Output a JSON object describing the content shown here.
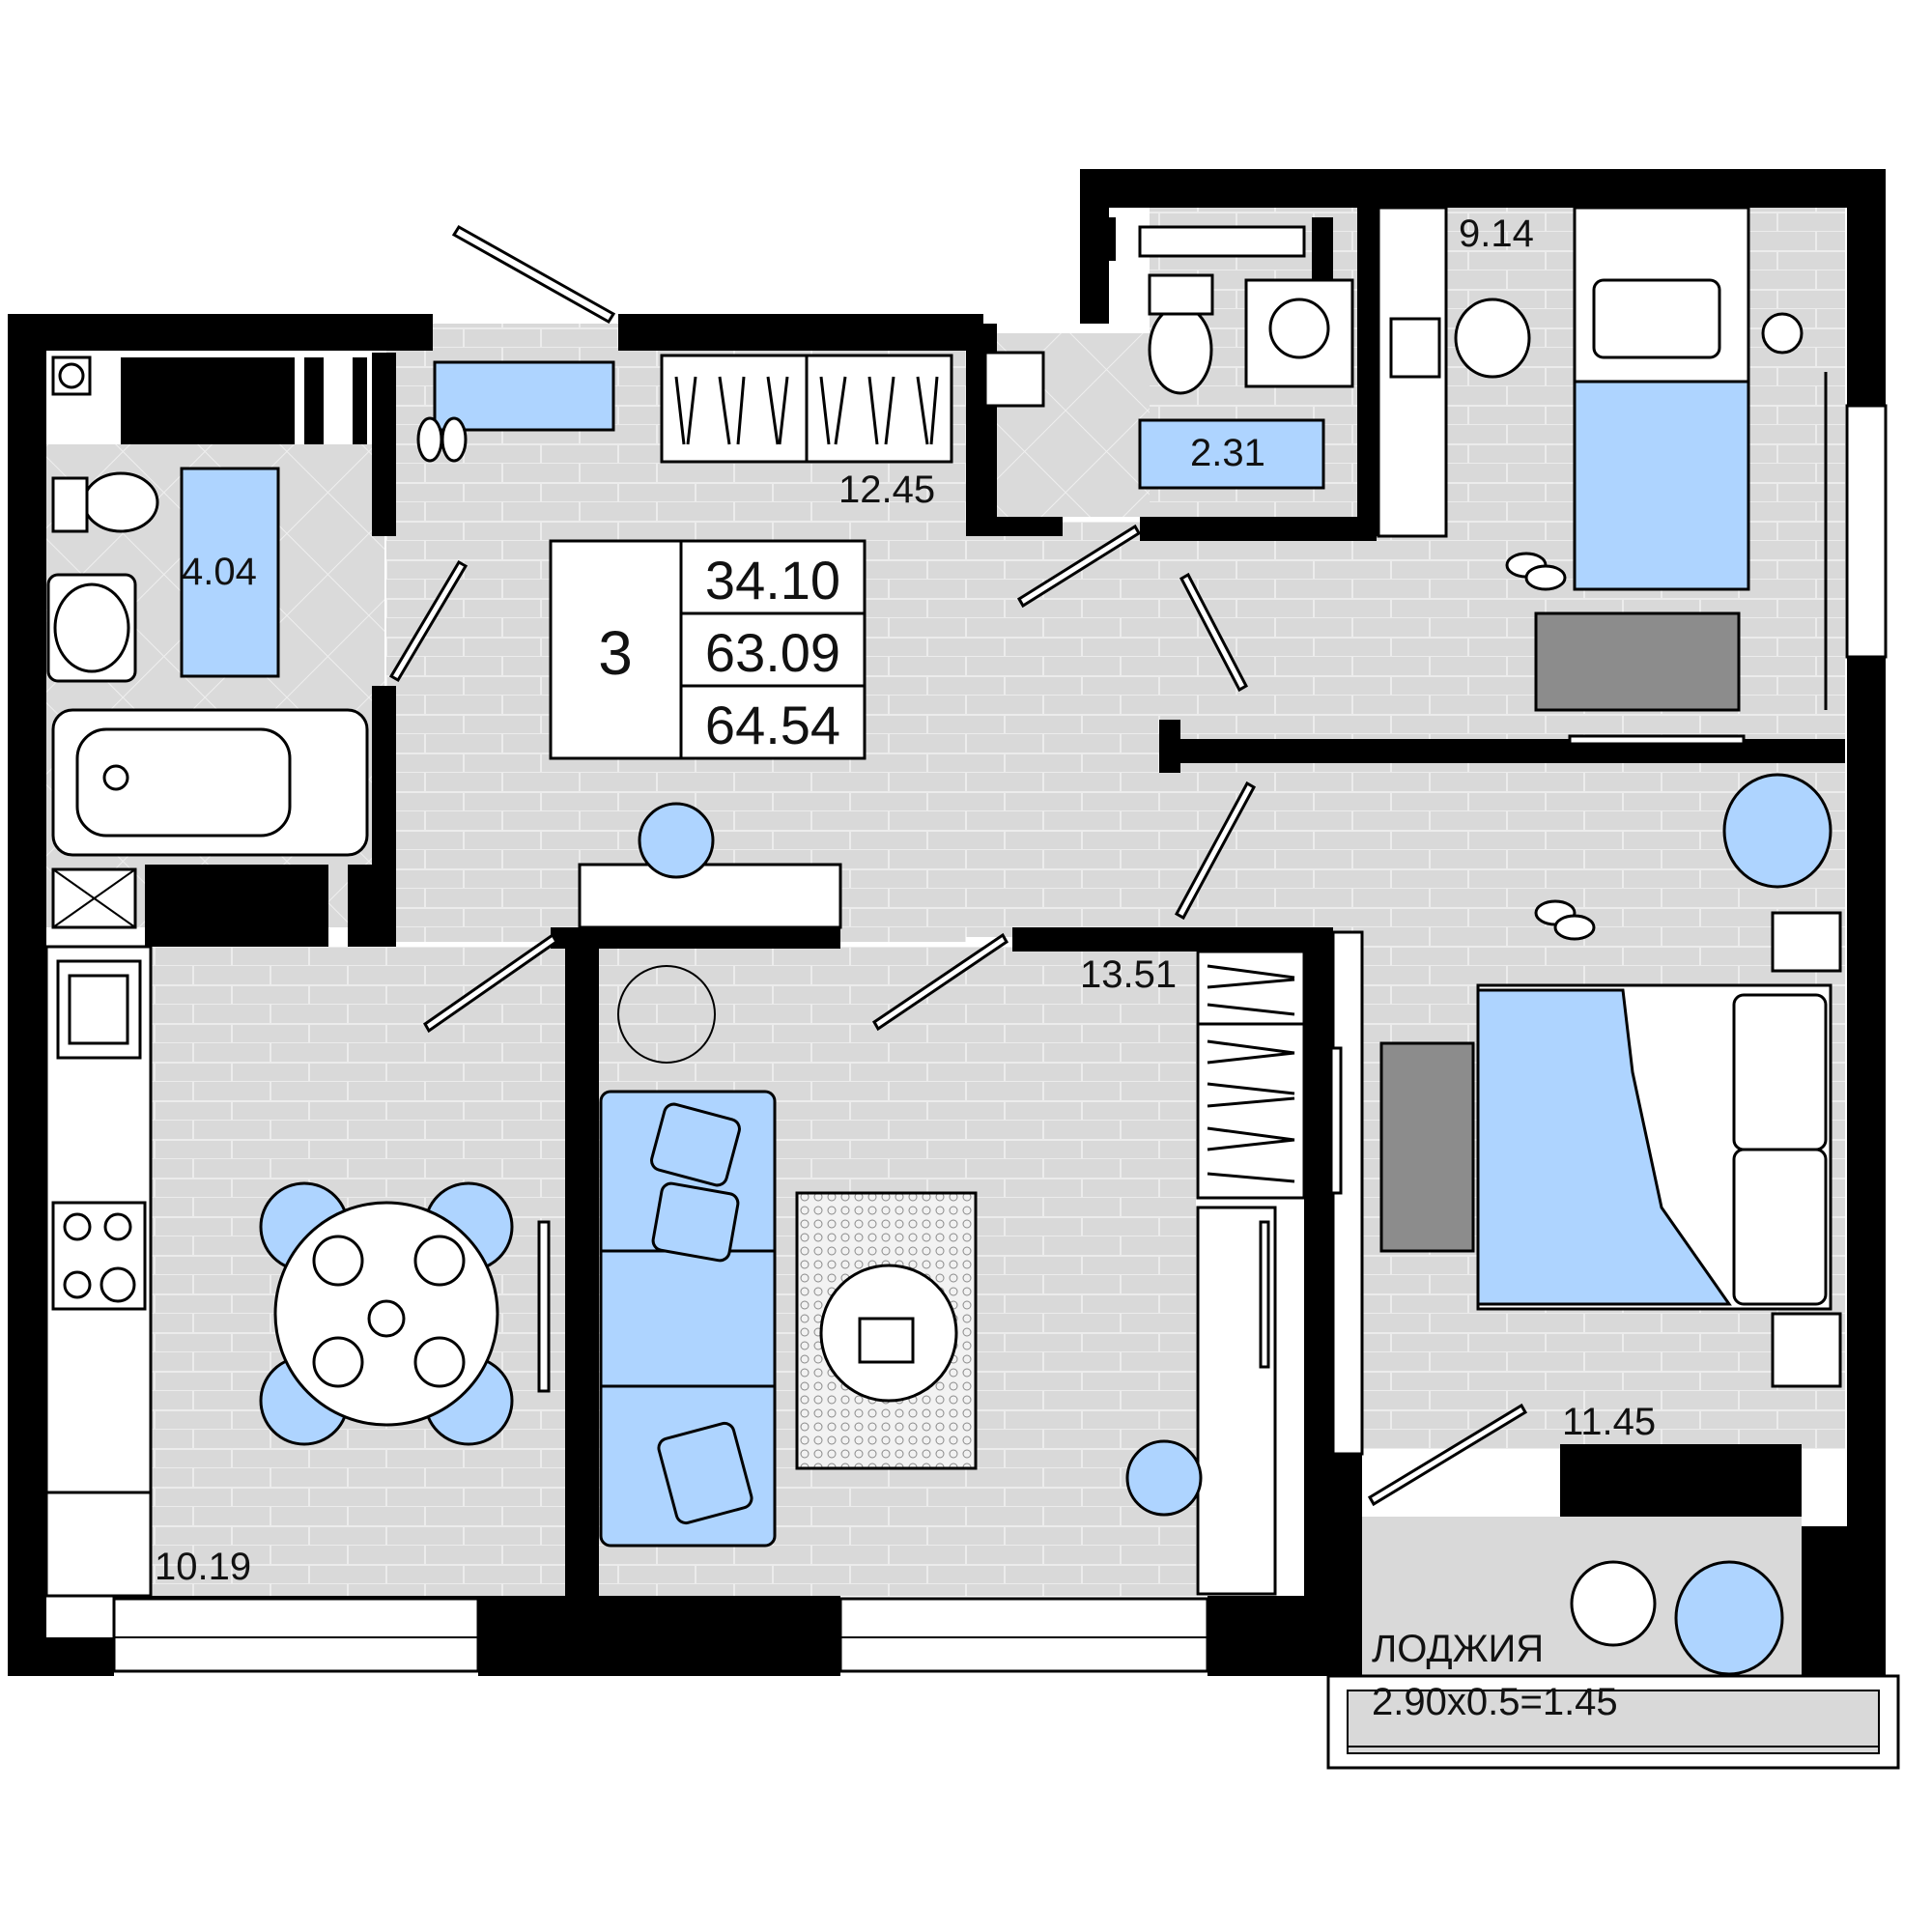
{
  "summary": {
    "rooms": "3",
    "living_area": "34.10",
    "total_area": "63.09",
    "total_with_loggia": "64.54"
  },
  "rooms": {
    "bathroom": "4.04",
    "hallway": "12.45",
    "toilet": "2.31",
    "bedroom_small": "9.14",
    "kitchen": "10.19",
    "living_room": "13.51",
    "bedroom_large": "11.45"
  },
  "loggia": {
    "title": "ЛОДЖИЯ",
    "formula": "2.90x0.5=1.45"
  },
  "colors": {
    "wall": "#000000",
    "floor": "#d9d9d9",
    "accent_blue": "#aed4ff",
    "rug_gray": "#8c8c8c",
    "text": "#111111"
  }
}
